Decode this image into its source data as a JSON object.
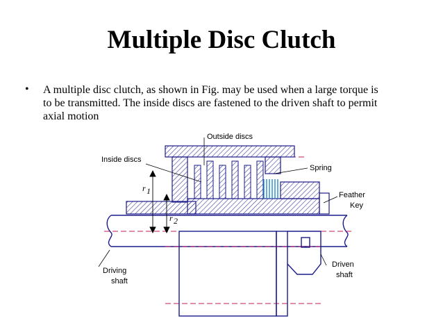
{
  "slide": {
    "title": "Multiple Disc Clutch",
    "bullet_glyph": "•",
    "lines": [
      "A multiple disc clutch, as shown in Fig. may be used when a large torque is",
      "to be transmitted. The inside discs are fastened to the driven shaft to permit",
      "axial motion"
    ]
  },
  "figure": {
    "labels": {
      "outside_discs": "Outside discs",
      "inside_discs": "Inside discs",
      "spring": "Spring",
      "feather": "Feather",
      "key": "Key",
      "driving": "Driving",
      "driving_shaft": "shaft",
      "driven": "Driven",
      "driven_shaft": "shaft",
      "r1": "r",
      "r1_sub": "1",
      "r2": "r",
      "r2_sub": "2"
    },
    "colors": {
      "outline": "#1a1a8a",
      "center_line": "#c2185b",
      "hatch": "#3a3aa0",
      "spring": "#1e88c8"
    }
  }
}
